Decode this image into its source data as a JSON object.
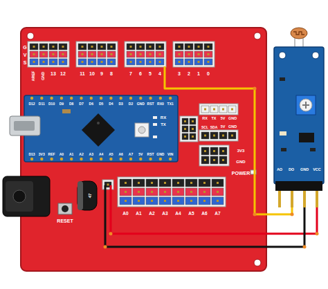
{
  "diagram": {
    "nodes": [
      {
        "text": [
          "POWER",
          "RESET"
        ]
      },
      {
        "text": [
          "RX",
          "TX"
        ],
        "in": 0
      },
      {
        "text": [
          "AO",
          "DO",
          "GND",
          "VCC"
        ]
      }
    ],
    "edges": [
      {
        "from": 0,
        "to": 2,
        "arrow": "none"
      },
      {
        "from": 0,
        "to": 2,
        "arrow": "none"
      },
      {
        "from": 0,
        "to": 2,
        "arrow": "none"
      }
    ],
    "labels": [
      "G",
      "V",
      "S",
      "AREF",
      "GND",
      "13",
      "12",
      "11",
      "10",
      "9",
      "8",
      "7",
      "6",
      "5",
      "4",
      "3",
      "2",
      "1",
      "0",
      "D12",
      "D11",
      "D10",
      "D9",
      "D8",
      "D7",
      "D6",
      "D5",
      "D4",
      "D3",
      "D2",
      "GND",
      "RST",
      "RX0",
      "TX1",
      "D13",
      "3V3",
      "REF",
      "A0",
      "A1",
      "A2",
      "A3",
      "A4",
      "A5",
      "A6",
      "A7",
      "5V",
      "RST",
      "GND",
      "VIN",
      "RX",
      "TX",
      "5V",
      "GND",
      "SCL",
      "SDA",
      "5V",
      "GND",
      "3V3",
      "GND",
      "47",
      "A0",
      "A1",
      "A2",
      "A3",
      "A4",
      "A5",
      "A6",
      "A7"
    ]
  }
}
